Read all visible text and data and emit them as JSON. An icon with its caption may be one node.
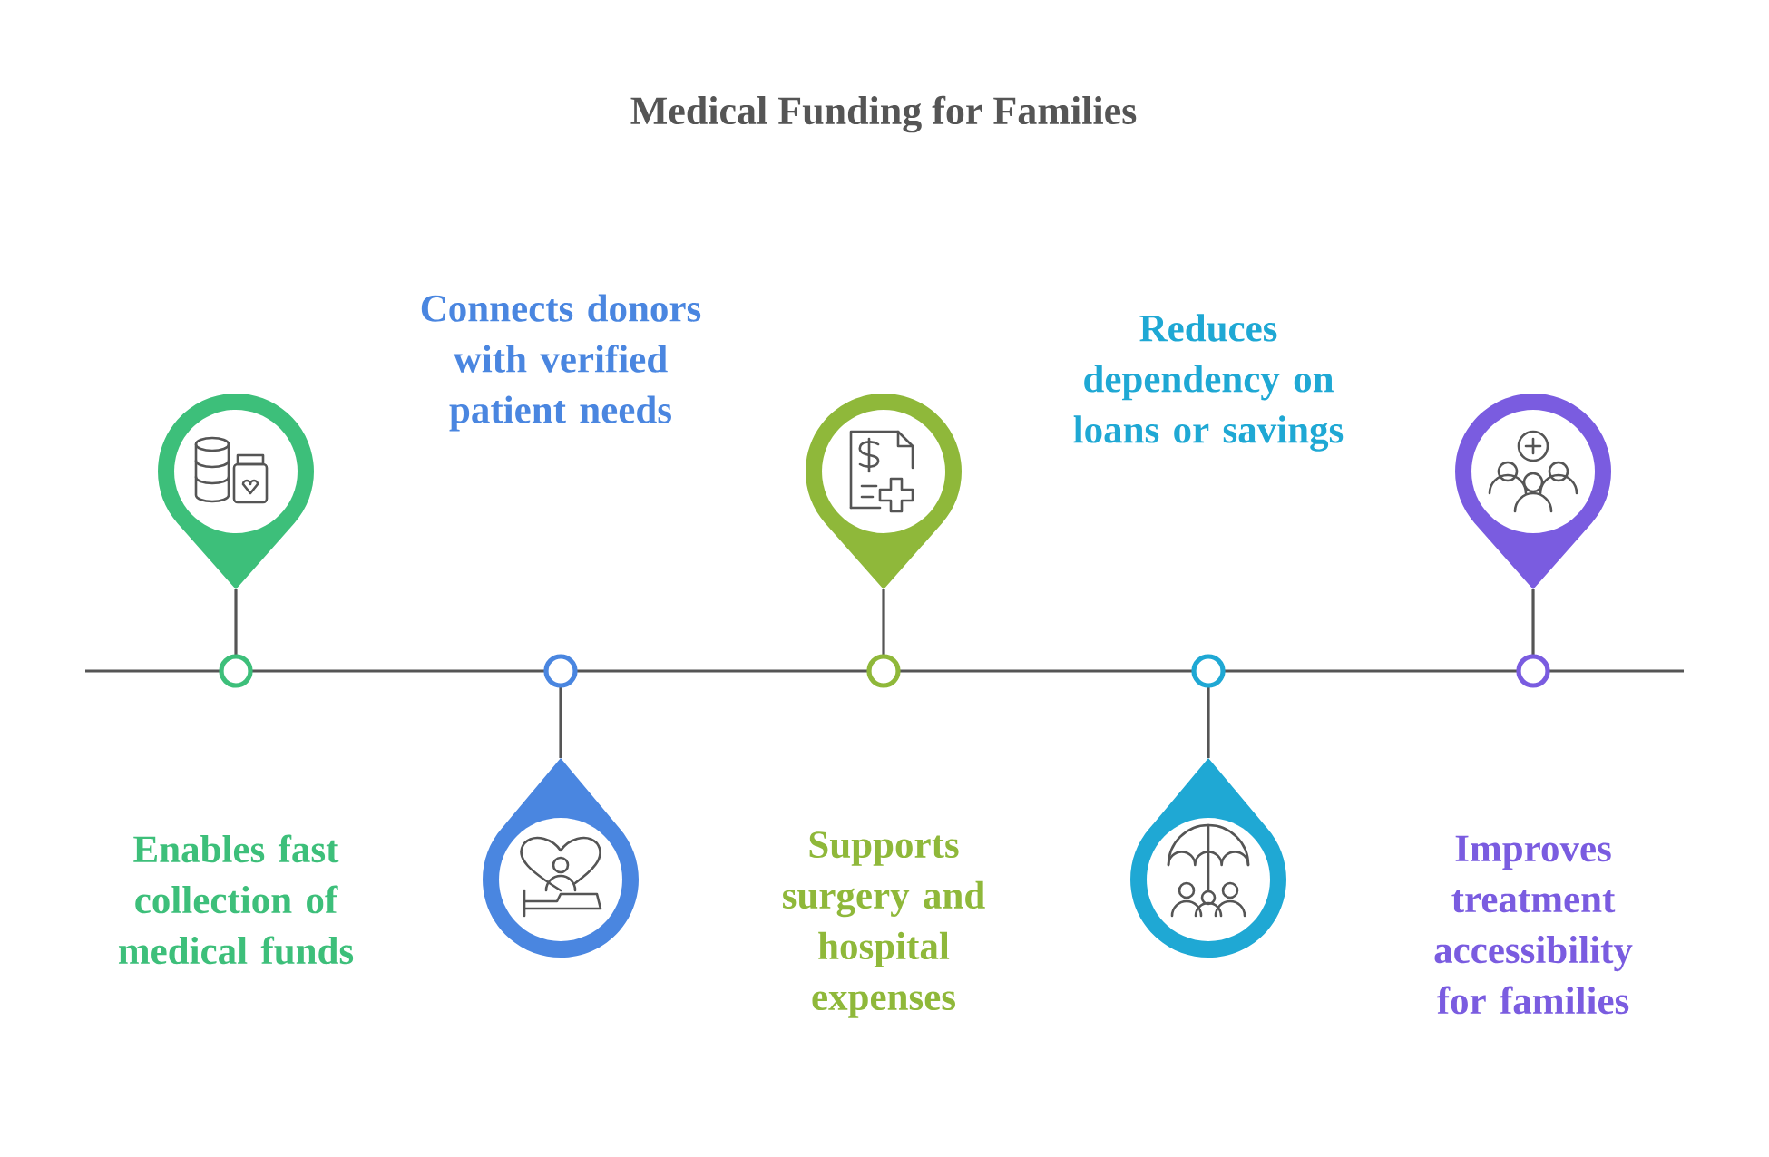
{
  "diagram": {
    "title": "Medical Funding for Families",
    "labels": [
      "Enables fast collection of medical funds",
      "Connects donors with verified patient needs",
      "Supports surgery and hospital expenses",
      "Reduces dependency on loans or savings",
      "Improves treatment accessibility for families"
    ]
  }
}
